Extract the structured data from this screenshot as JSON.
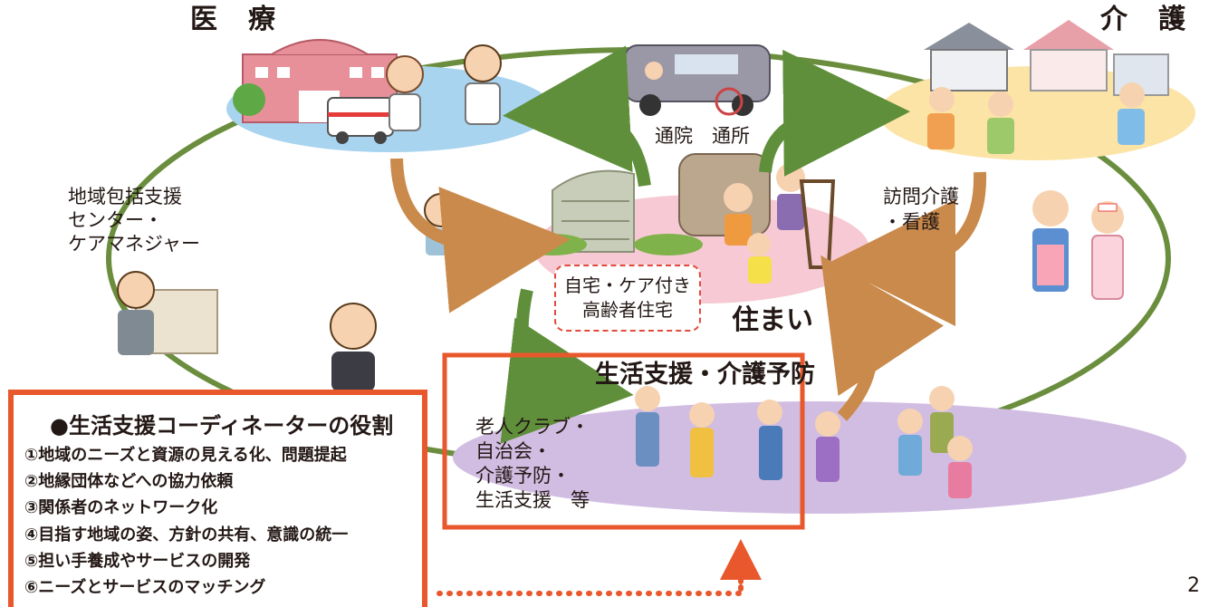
{
  "headings": {
    "medical": "医　療",
    "care": "介　護"
  },
  "transport_label": "通院　通所",
  "visit_label": [
    "訪問介護",
    "・看護"
  ],
  "community_center_label": [
    "地域包括支援",
    "センター・",
    "ケアマネジャー"
  ],
  "housing": {
    "sign": [
      "自宅・ケア付き",
      "高齢者住宅"
    ],
    "label": "住まい"
  },
  "support": {
    "title": "生活支援・介護予防",
    "activities": [
      "老人クラブ・",
      "自治会・",
      "介護予防・",
      "生活支援　等"
    ]
  },
  "coordinator": {
    "title": "●生活支援コーディネーターの役割",
    "roles": [
      "①地域のニーズと資源の見える化、問題提起",
      "②地縁団体などへの協力依頼",
      "③関係者のネットワーク化",
      "④目指す地域の姿、方針の共有、意識の統一",
      "⑤担い手養成やサービスの開発",
      "⑥ニーズとサービスのマッチング"
    ]
  },
  "page_number": "2",
  "colors": {
    "accent": "#e8582c",
    "ring": "#6b8e3e",
    "arrow_green": "#5f8f3a",
    "arrow_brown": "#c98a4b"
  },
  "icons": [
    "hospital-icon",
    "doctor-icon",
    "ambulance-icon",
    "van-icon",
    "wheelchair-icon",
    "house-icon",
    "caregiver-icon",
    "nurse-icon",
    "apartment-icon",
    "family-icon",
    "office-worker-icon",
    "coordinator-icon",
    "elderly-exercise-icon"
  ]
}
